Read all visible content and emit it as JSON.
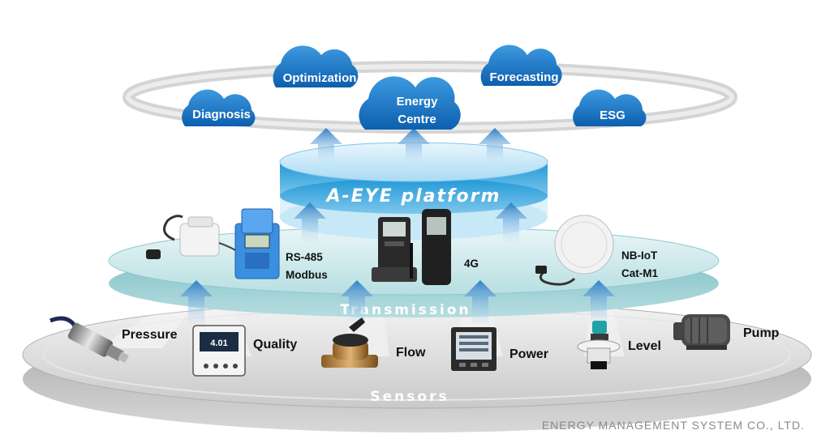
{
  "clouds": {
    "optimization": "Optimization",
    "forecasting": "Forecasting",
    "diagnosis": "Diagnosis",
    "energy_centre_line1": "Energy",
    "energy_centre_line2": "Centre",
    "esg": "ESG"
  },
  "platform": {
    "title": "A-EYE platform"
  },
  "transmission": {
    "tier_label": "Transmission",
    "rs485_line1": "RS-485",
    "rs485_line2": "Modbus",
    "cellular": "4G",
    "nbiot_line1": "NB-IoT",
    "nbiot_line2": "Cat-M1"
  },
  "sensors": {
    "tier_label": "Sensors",
    "pressure": "Pressure",
    "quality": "Quality",
    "quality_display": "4.01",
    "flow": "Flow",
    "power": "Power",
    "level": "Level",
    "pump": "Pump"
  },
  "footer": "ENERGY MANAGEMENT SYSTEM CO., LTD.",
  "colors": {
    "cloud_blue": "#1e7fd0",
    "platform_blue": "#1d9ad8",
    "transmission_teal": "#8cc9cf",
    "sensor_gray": "#bdbdbd",
    "arrow_blue": "#3f8fd0"
  }
}
